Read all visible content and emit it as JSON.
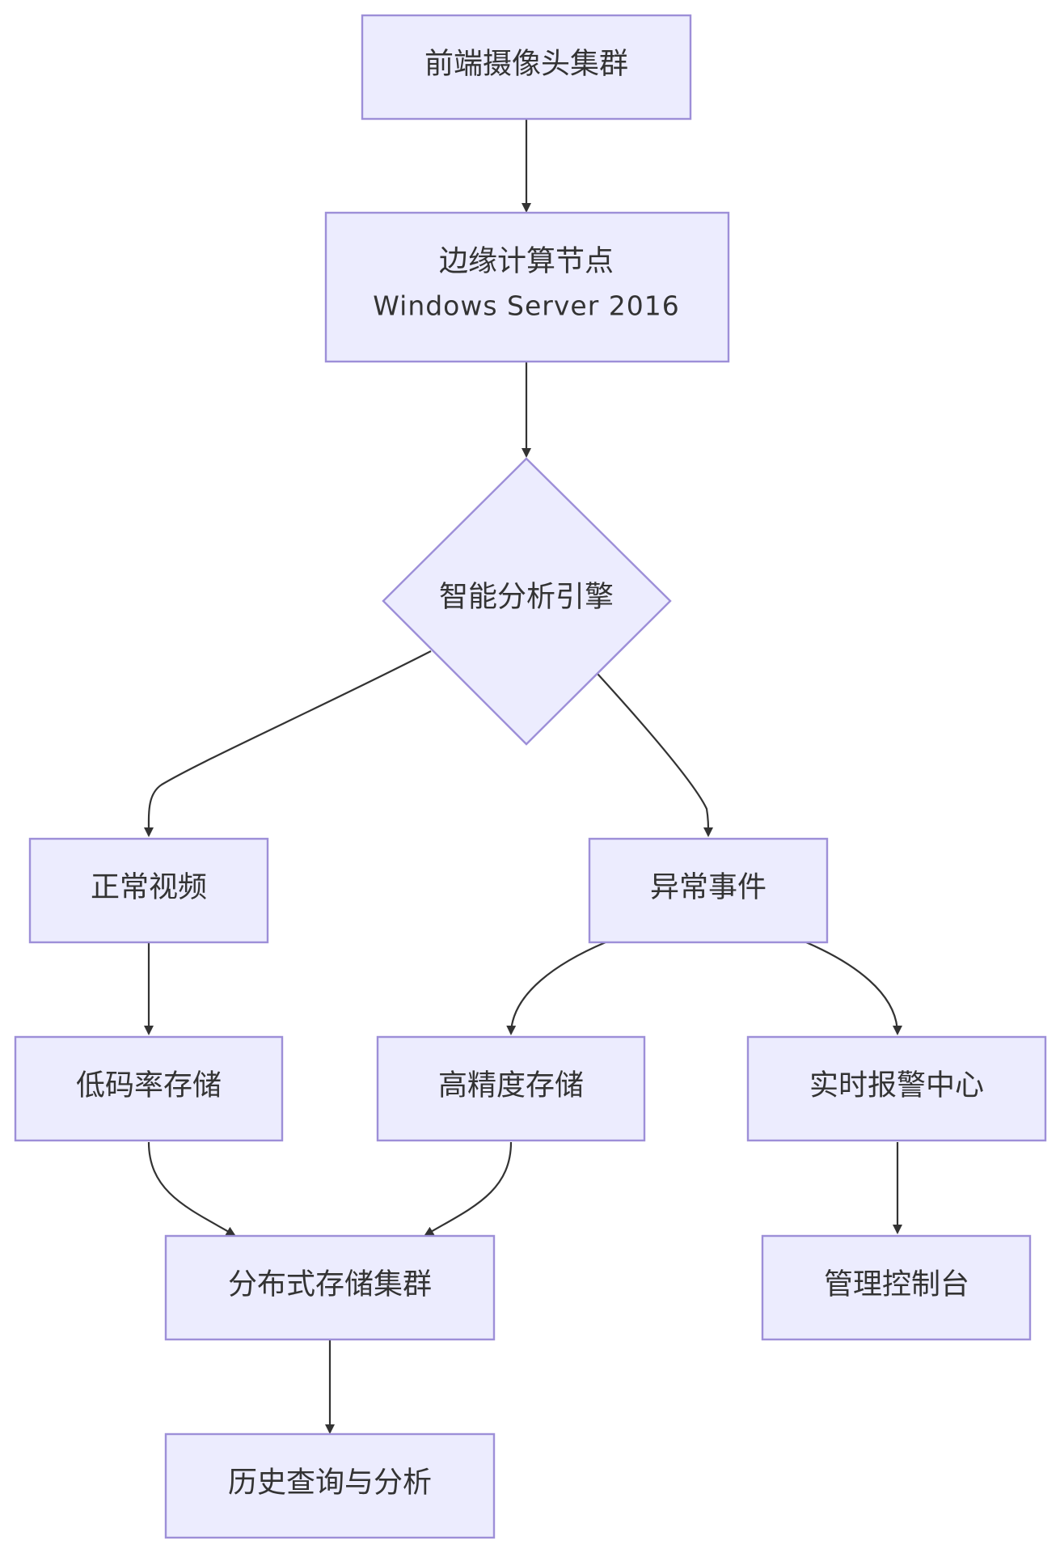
{
  "nodes": {
    "camera_cluster": "前端摄像头集群",
    "edge_node": "边缘计算节点",
    "edge_node_os": "Windows  Server  2016",
    "analysis_engine": "智能分析引擎",
    "normal_video": "正常视频",
    "abnormal_event": "异常事件",
    "low_bitrate_storage": "低码率存储",
    "high_precision_storage": "高精度存储",
    "realtime_alarm": "实时报警中心",
    "distributed_storage": "分布式存储集群",
    "management_console": "管理控制台",
    "history_query": "历史查询与分析"
  },
  "edges": [
    {
      "from": "前端摄像头集群",
      "to": "边缘计算节点"
    },
    {
      "from": "边缘计算节点",
      "to": "智能分析引擎"
    },
    {
      "from": "智能分析引擎",
      "to": "正常视频"
    },
    {
      "from": "智能分析引擎",
      "to": "异常事件"
    },
    {
      "from": "正常视频",
      "to": "低码率存储"
    },
    {
      "from": "异常事件",
      "to": "高精度存储"
    },
    {
      "from": "异常事件",
      "to": "实时报警中心"
    },
    {
      "from": "低码率存储",
      "to": "分布式存储集群"
    },
    {
      "from": "高精度存储",
      "to": "分布式存储集群"
    },
    {
      "from": "实时报警中心",
      "to": "管理控制台"
    },
    {
      "from": "分布式存储集群",
      "to": "历史查询与分析"
    }
  ],
  "colors": {
    "node_fill": "#ececfe",
    "node_stroke": "#9d8fd8",
    "edge": "#333333",
    "text": "#333333"
  }
}
